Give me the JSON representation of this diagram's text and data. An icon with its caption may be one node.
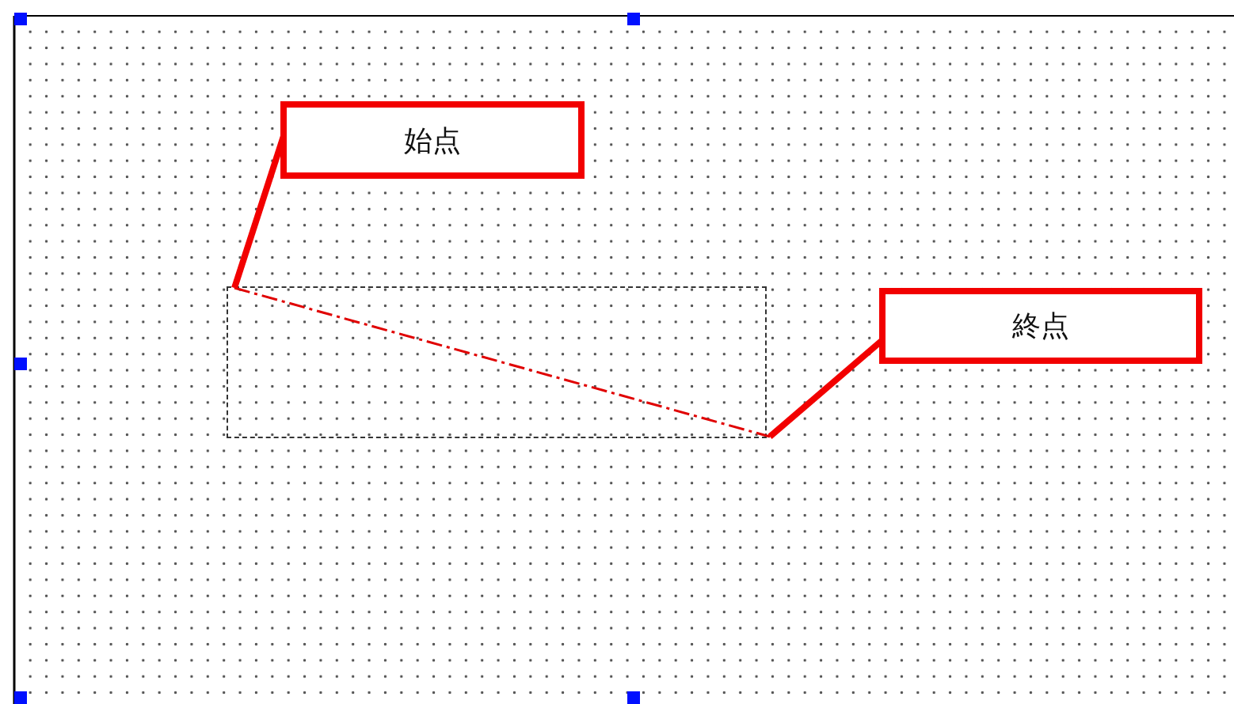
{
  "diagram": {
    "nodes": [
      {
        "text": [
          "始点"
        ]
      },
      {
        "text": [
          "終点"
        ]
      },
      {
        "text": [],
        "shape": "box"
      }
    ],
    "edges": [
      {
        "from": 0,
        "to": 2,
        "arrow": "none"
      },
      {
        "from": 1,
        "to": 2,
        "arrow": "none"
      }
    ]
  }
}
